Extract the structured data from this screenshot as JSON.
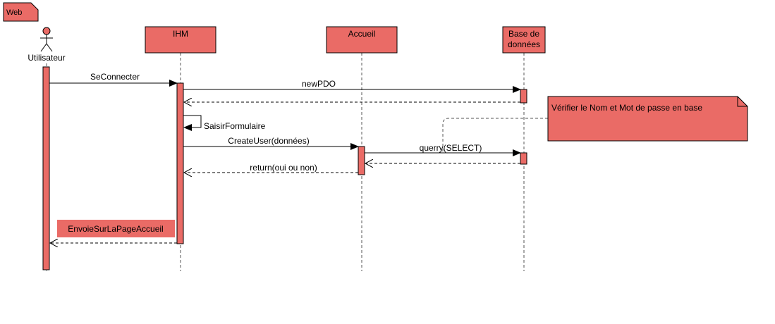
{
  "frame": {
    "label": "Web"
  },
  "actor": {
    "name": "Utilisateur"
  },
  "participants": {
    "ihm": {
      "label": "IHM"
    },
    "accueil": {
      "label": "Accueil"
    },
    "bdd": {
      "label_line1": "Base de",
      "label_line2": "données"
    }
  },
  "messages": {
    "seconnecter": "SeConnecter",
    "newpdo": "newPDO",
    "saisir": "SaisirFormulaire",
    "createuser": "CreateUser(données)",
    "querry": "querry(SELECT)",
    "return_accueil": "return(oui ou non)",
    "envoie": "EnvoieSurLaPageAccueil"
  },
  "note": {
    "text": "Vérifier le Nom et Mot de passe en base"
  },
  "colors": {
    "fill": "#EA6B66",
    "stroke": "#000000",
    "lifeline": "#555555"
  }
}
